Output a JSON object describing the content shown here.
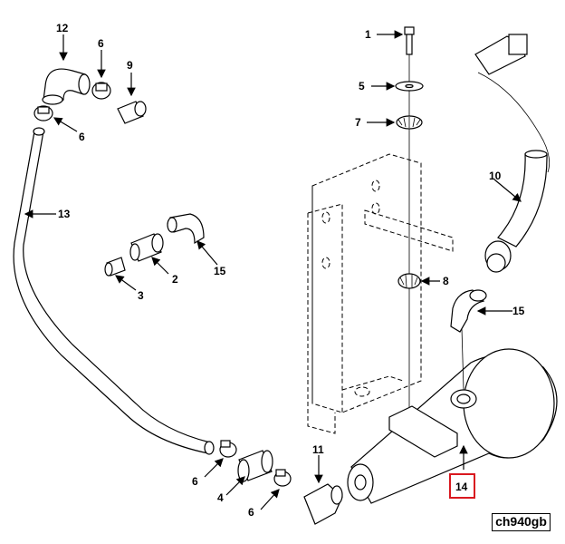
{
  "callouts": {
    "c1": "1",
    "c2": "2",
    "c3": "3",
    "c4": "4",
    "c5": "5",
    "c6a": "6",
    "c6b": "6",
    "c6c": "6",
    "c6d": "6",
    "c7": "7",
    "c8": "8",
    "c9": "9",
    "c10": "10",
    "c11": "11",
    "c12": "12",
    "c13": "13",
    "c14": "14",
    "c15a": "15",
    "c15b": "15"
  },
  "highlighted_callout": "14",
  "figure_id": "ch940gb",
  "colors": {
    "highlight": "#d9181f",
    "ink": "#000000"
  }
}
